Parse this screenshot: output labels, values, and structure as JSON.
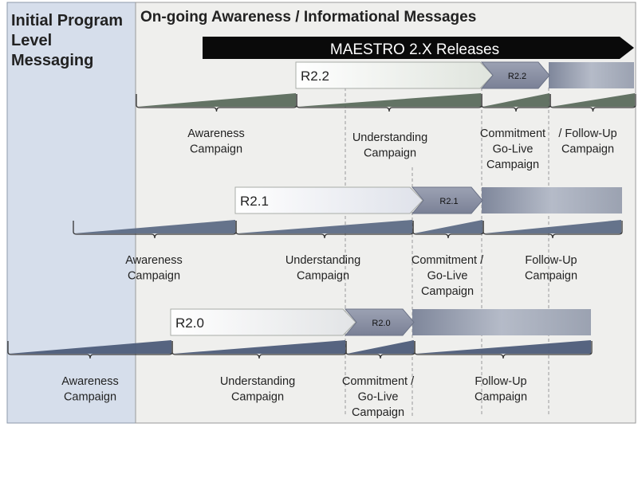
{
  "left_panel": {
    "lines": [
      "Initial Program",
      "Level",
      "Messaging"
    ]
  },
  "main_title": "On-going Awareness / Informational Messages",
  "releases_banner": "MAESTRO 2.X Releases",
  "colors": {
    "left_panel_bg": "#d6deeb",
    "main_bg": "#efefed",
    "banner_bg": "#0a0a0a",
    "r22_wedge": "#5b6b5d",
    "r21_wedge": "#5d6b86",
    "r20_wedge": "#4d5c7a",
    "arrow_gray": "#8a90a2",
    "text_dark": "#222222"
  },
  "rows": [
    {
      "id": "r22",
      "release_label": "R2.2",
      "commit_label": "R2.2",
      "phases": [
        {
          "lines": [
            "Awareness",
            "Campaign"
          ]
        },
        {
          "lines": [
            "Understanding",
            "Campaign"
          ]
        },
        {
          "lines": [
            "Commitment",
            "Go-Live",
            "Campaign"
          ]
        },
        {
          "lines": [
            "/ Follow-Up",
            "Campaign"
          ]
        }
      ]
    },
    {
      "id": "r21",
      "release_label": "R2.1",
      "commit_label": "R2.1",
      "phases": [
        {
          "lines": [
            "Awareness",
            "Campaign"
          ]
        },
        {
          "lines": [
            "Understanding",
            "Campaign"
          ]
        },
        {
          "lines": [
            "Commitment /",
            "Go-Live",
            "Campaign"
          ]
        },
        {
          "lines": [
            "Follow-Up",
            "Campaign"
          ]
        }
      ]
    },
    {
      "id": "r20",
      "release_label": "R2.0",
      "commit_label": "R2.0",
      "phases": [
        {
          "lines": [
            "Awareness",
            "Campaign"
          ]
        },
        {
          "lines": [
            "Understanding",
            "Campaign"
          ]
        },
        {
          "lines": [
            "Commitment /",
            "Go-Live",
            "Campaign"
          ]
        },
        {
          "lines": [
            "Follow-Up",
            "Campaign"
          ]
        }
      ]
    }
  ]
}
